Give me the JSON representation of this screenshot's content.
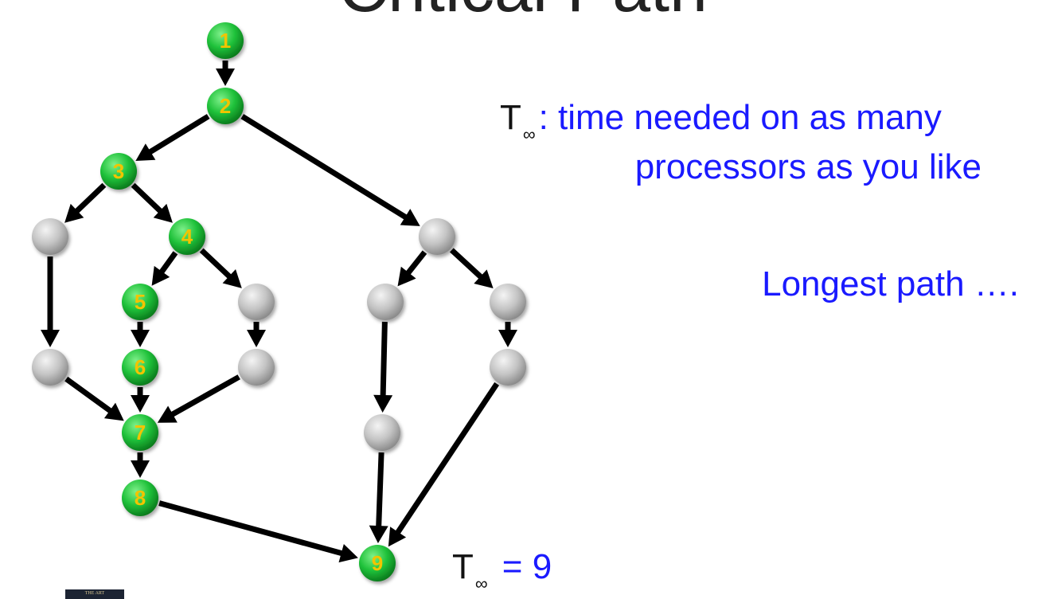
{
  "slide": {
    "title": "Critical Path",
    "definition_T": "T",
    "definition_sub": "∞",
    "definition_line1": ": time needed on as many",
    "definition_line2": "processors as you like",
    "longest_path": "Longest path ….",
    "result_T": "T",
    "result_sub": "∞",
    "result_value": " = 9",
    "logo_text": "THE ART"
  },
  "colors": {
    "critical_node": "#1fc13a",
    "critical_label": "#f2c400",
    "other_node": "#c4c4c4",
    "edge": "#000000",
    "text_accent": "#1a1aff"
  },
  "diagram": {
    "nodes": [
      {
        "id": "n1",
        "label": "1",
        "critical": true
      },
      {
        "id": "n2",
        "label": "2",
        "critical": true
      },
      {
        "id": "n3",
        "label": "3",
        "critical": true
      },
      {
        "id": "n4",
        "label": "4",
        "critical": true
      },
      {
        "id": "n5",
        "label": "5",
        "critical": true
      },
      {
        "id": "n6",
        "label": "6",
        "critical": true
      },
      {
        "id": "n7",
        "label": "7",
        "critical": true
      },
      {
        "id": "n8",
        "label": "8",
        "critical": true
      },
      {
        "id": "n9",
        "label": "9",
        "critical": true
      },
      {
        "id": "g1",
        "label": "",
        "critical": false
      },
      {
        "id": "g2",
        "label": "",
        "critical": false
      },
      {
        "id": "g3",
        "label": "",
        "critical": false
      },
      {
        "id": "g4",
        "label": "",
        "critical": false
      },
      {
        "id": "g5",
        "label": "",
        "critical": false
      },
      {
        "id": "g6",
        "label": "",
        "critical": false
      },
      {
        "id": "g7",
        "label": "",
        "critical": false
      },
      {
        "id": "g8",
        "label": "",
        "critical": false
      },
      {
        "id": "g9",
        "label": "",
        "critical": false
      }
    ],
    "edges": [
      [
        "n1",
        "n2"
      ],
      [
        "n2",
        "n3"
      ],
      [
        "n2",
        "g5"
      ],
      [
        "n3",
        "g1"
      ],
      [
        "n3",
        "n4"
      ],
      [
        "n4",
        "n5"
      ],
      [
        "n4",
        "g3"
      ],
      [
        "n5",
        "n6"
      ],
      [
        "n6",
        "n7"
      ],
      [
        "g1",
        "g2"
      ],
      [
        "g2",
        "n7"
      ],
      [
        "g3",
        "g4"
      ],
      [
        "g4",
        "n7"
      ],
      [
        "n7",
        "n8"
      ],
      [
        "n8",
        "n9"
      ],
      [
        "g5",
        "g6"
      ],
      [
        "g5",
        "g7"
      ],
      [
        "g6",
        "g8"
      ],
      [
        "g7",
        "g9"
      ],
      [
        "g8",
        "n9"
      ],
      [
        "g9",
        "n9"
      ]
    ]
  }
}
